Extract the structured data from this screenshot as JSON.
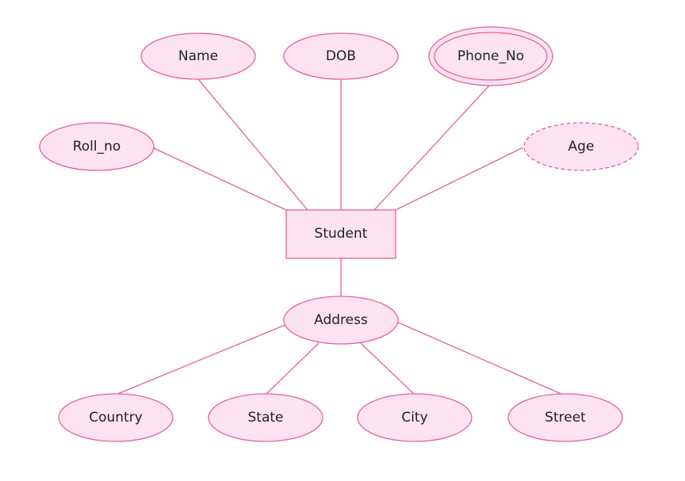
{
  "entity": {
    "label": "Student"
  },
  "attributes": {
    "name": "Name",
    "dob": "DOB",
    "phone_no": "Phone_No",
    "roll_no": "Roll_no",
    "age": "Age",
    "address": "Address",
    "country": "Country",
    "state": "State",
    "city": "City",
    "street": "Street"
  },
  "colors": {
    "stroke": "#e65f9d",
    "fill": "#fde3f1",
    "text": "#1f1f24"
  }
}
